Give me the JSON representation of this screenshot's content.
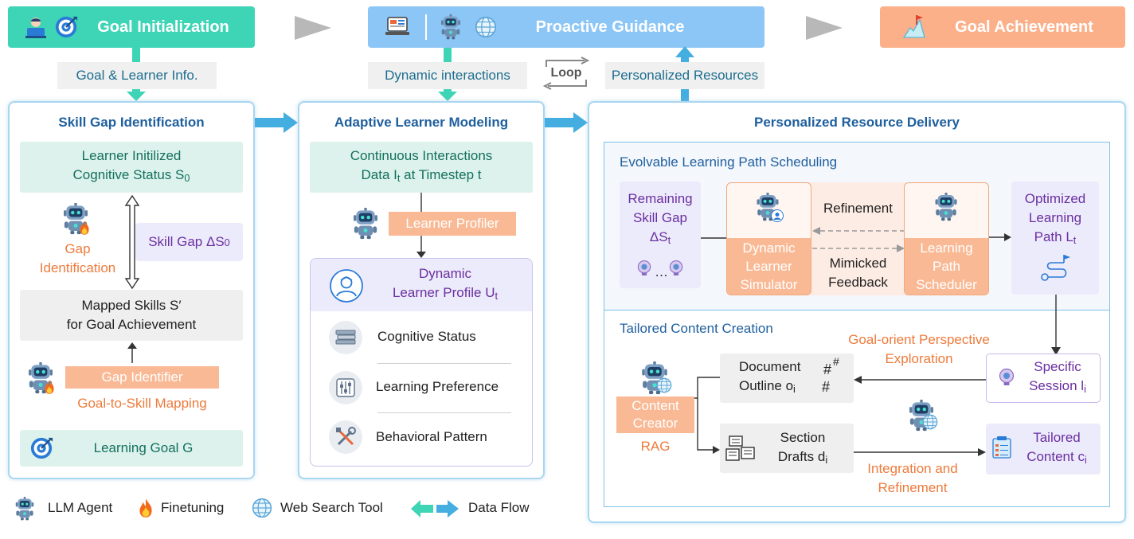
{
  "top_row": {
    "goal_init": "Goal Initialization",
    "proactive": "Proactive Guidance",
    "achievement": "Goal Achievement",
    "tag_goal_info": "Goal & Learner Info.",
    "tag_dynamic": "Dynamic interactions",
    "tag_loop": "Loop",
    "tag_resources": "Personalized Resources"
  },
  "skill_gap": {
    "title": "Skill Gap Identification",
    "initial_status_l1": "Learner Initilized",
    "initial_status_l2": "Cognitive Status S",
    "initial_status_sub": "0",
    "gap_label_l1": "Gap",
    "gap_label_l2": "Identification",
    "skill_gap_text": "Skill Gap ΔS",
    "skill_gap_sub": "0",
    "mapped_l1": "Mapped Skills S′",
    "mapped_l2": "for Goal Achievement",
    "gap_identifier": "Gap Identifier",
    "mapping": "Goal-to-Skill Mapping",
    "learning_goal": "Learning Goal G"
  },
  "learner_model": {
    "title": "Adaptive Learner Modeling",
    "data_l1": "Continuous Interactions",
    "data_l2a": "Data I",
    "data_l2_sub": "t",
    "data_l2b": " at Timestep t",
    "profiler": "Learner Profiler",
    "profile_l1": "Dynamic",
    "profile_l2": "Learner Profile U",
    "profile_sub": "t",
    "items": [
      "Cognitive Status",
      "Learning Preference",
      "Behavioral Pattern"
    ]
  },
  "delivery": {
    "title": "Personalized Resource Delivery",
    "path_title": "Evolvable Learning Path Scheduling",
    "remaining_l1": "Remaining",
    "remaining_l2": "Skill Gap",
    "remaining_l3": "ΔS",
    "remaining_sub": "t",
    "ellipsis": "…",
    "simulator_l1": "Dynamic",
    "simulator_l2": "Learner",
    "simulator_l3": "Simulator",
    "refinement": "Refinement",
    "mimicked_l1": "Mimicked",
    "mimicked_l2": "Feedback",
    "scheduler_l1": "Learning",
    "scheduler_l2": "Path",
    "scheduler_l3": "Scheduler",
    "optimized_l1": "Optimized",
    "optimized_l2": "Learning",
    "optimized_l3": "Path L",
    "optimized_sub": "t",
    "content_title": "Tailored Content Creation",
    "perspective_l1": "Goal-orient Perspective",
    "perspective_l2": "Exploration",
    "outline_l1": "Document",
    "outline_l2": "Outline o",
    "outline_sub": "i",
    "hash": "#",
    "session_l1": "Specific",
    "session_l2": "Session l",
    "session_sub": "i",
    "creator_l1": "Content",
    "creator_l2": "Creator",
    "rag": "RAG",
    "drafts_l1": "Section",
    "drafts_l2": "Drafts d",
    "drafts_sub": "i",
    "integration_l1": "Integration and",
    "integration_l2": "Refinement",
    "tailored_l1": "Tailored",
    "tailored_l2": "Content c",
    "tailored_sub": "i"
  },
  "legend": {
    "agent": "LLM Agent",
    "finetuning": "Finetuning",
    "web": "Web Search Tool",
    "flow": "Data Flow"
  },
  "colors": {
    "teal": "#3ed4b6",
    "blue_header": "#8cc6f6",
    "orange_header": "#fbb08a",
    "flow_blue": "#45aee0",
    "purple_text": "#6b2fa0",
    "orange_text": "#ed7b3c"
  }
}
